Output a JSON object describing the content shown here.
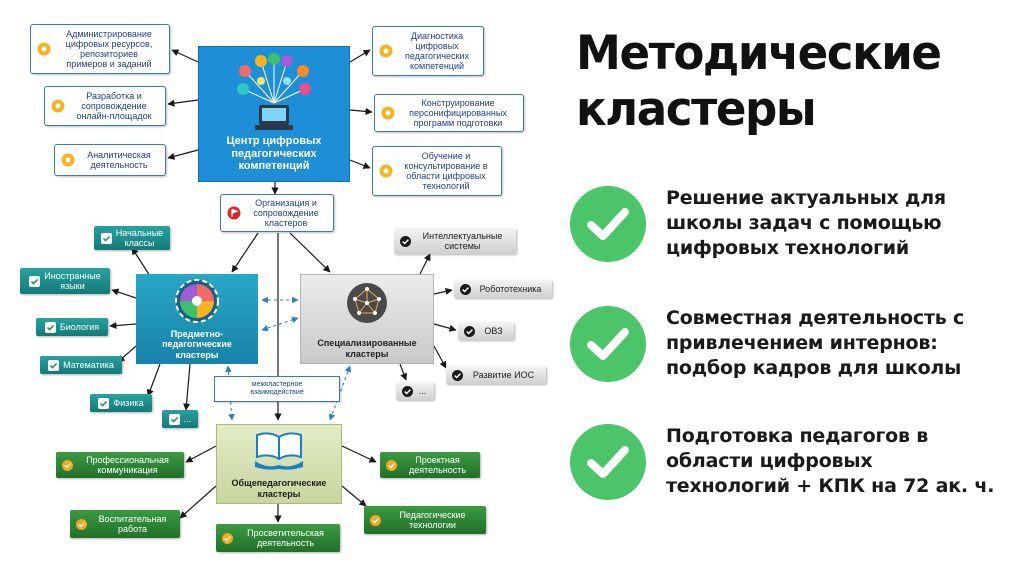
{
  "heading": "Методические\nкластеры",
  "benefits": [
    "Решение актуальных для\nшколы задач с помощью\nцифровых технологий",
    "Совместная деятельность с\nпривлечением интернов:\nподбор кадров для школы",
    "Подготовка педагогов в\nобласти цифровых\nтехнологий + КПК на 72 ак. ч."
  ],
  "diagram": {
    "center": {
      "title": "Центр цифровых\nпедагогических\nкомпетенций"
    },
    "left_tasks": [
      "Администрирование\nцифровых ресурсов,\nрепозиториев\nпримеров и заданий",
      "Разработка и\nсопровождение\nонлайн-площадок",
      "Аналитическая\nдеятельность"
    ],
    "right_tasks": [
      "Диагностика\nцифровых\nпедагогических\nкомпетенций",
      "Конструирование\nперсонифицированных\nпрограмм подготовки",
      "Обучение и\nконсультирование в\nобласти цифровых\nтехнологий"
    ],
    "organization": "Организация и\nсопровождение\nкластеров",
    "subject_cluster": {
      "title": "Предметно-\nпедагогические\nкластеры",
      "items": [
        "Начальные\nклассы",
        "Иностранные\nязыки",
        "Биология",
        "Математика",
        "Физика",
        "..."
      ]
    },
    "special_cluster": {
      "title": "Специализированные\nкластеры",
      "items": [
        "Интеллектуальные\nсистемы",
        "Робототехника",
        "ОВЗ",
        "Развитие ИОС",
        "..."
      ]
    },
    "interaction": "межкластерное\nвзаимодействие",
    "general_cluster": {
      "title": "Общепедагогические\nкластеры",
      "items": [
        "Профессиональная\nкоммуникация",
        "Проектная\nдеятельность",
        "Воспитательная\nработа",
        "Педагогические\nтехнологии",
        "Просветительская\nдеятельность"
      ]
    }
  },
  "colors": {
    "center_blue": "#1e8fd6",
    "task_border": "#3a78c4",
    "subject_teal": "#1a8a8a",
    "general_green": "#2f8a37",
    "special_gray": "#cfcfcf",
    "check_green": "#4cc56a",
    "pin_icon_orange": "#f5b324",
    "flag_icon_red": "#d62828"
  },
  "icons": {
    "task": "orange-pin-icon",
    "organization": "red-flag-icon",
    "subject_item": "green-check-icon",
    "special_item": "black-check-icon",
    "general_item": "orange-check-icon",
    "center": "digital-network-icon",
    "subject": "gear-colorful-icon",
    "special": "network-sphere-icon",
    "general": "open-book-hand-icon",
    "benefit": "checkmark-circle-icon"
  }
}
